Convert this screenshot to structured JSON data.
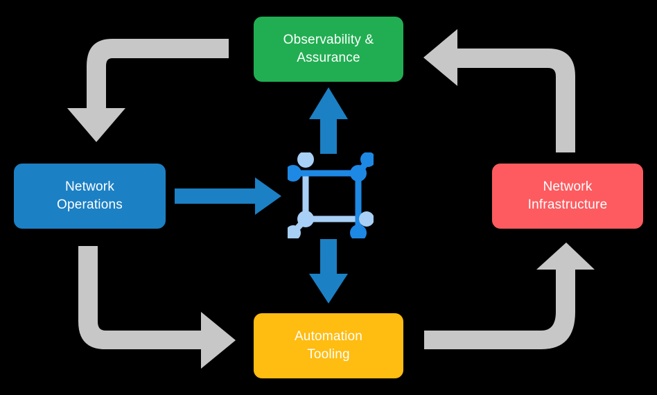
{
  "diagram": {
    "title": "Network automation lifecycle cycle diagram",
    "background_color": "#000000",
    "nodes": [
      {
        "id": "observability",
        "label": "Observability &\nAssurance",
        "color": "#21AE52",
        "text_color": "#ffffff",
        "position": "top"
      },
      {
        "id": "network_operations",
        "label": "Network\nOperations",
        "color": "#1C80C4",
        "text_color": "#ffffff",
        "position": "left"
      },
      {
        "id": "network_infrastructure",
        "label": "Network\nInfrastructure",
        "color": "#FD5B5F",
        "text_color": "#ffffff",
        "position": "right"
      },
      {
        "id": "automation_tooling",
        "label": "Automation\nTooling",
        "color": "#FFBC11",
        "text_color": "#ffffff",
        "position": "bottom"
      }
    ],
    "center": {
      "icon": "network-topology-icon",
      "color_primary": "#1E88E5",
      "color_secondary": "#A8CFF5"
    },
    "connectors": {
      "blue_color": "#1C80C4",
      "gray_color": "#C7C7C7",
      "blue_arrows": [
        {
          "id": "center-to-observability",
          "direction": "up"
        },
        {
          "id": "network-operations-to-center",
          "direction": "right"
        },
        {
          "id": "center-to-automation-tooling",
          "direction": "down"
        }
      ],
      "gray_arrows": [
        {
          "id": "observability-to-network-operations",
          "direction": "down-left"
        },
        {
          "id": "network-operations-to-automation-tooling",
          "direction": "down-right"
        },
        {
          "id": "network-infrastructure-to-observability",
          "direction": "up-left"
        },
        {
          "id": "automation-tooling-to-network-infrastructure",
          "direction": "right-up"
        }
      ]
    }
  }
}
